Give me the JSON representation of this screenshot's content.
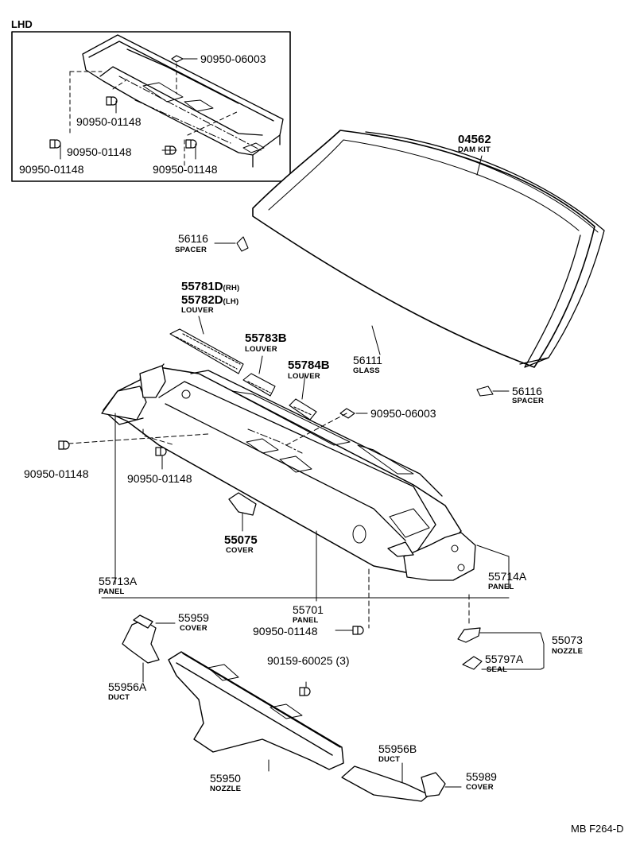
{
  "inset": {
    "title": "LHD"
  },
  "parts": {
    "inset_clip_top": "90950-06003",
    "inset_clip_1": "90950-01148",
    "inset_clip_2": "90950-01148",
    "inset_clip_3": "90950-01148",
    "inset_clip_4": "90950-01148",
    "dam_kit": {
      "number": "04562",
      "name": "DAM KIT"
    },
    "spacer_top": {
      "number": "56116",
      "name": "SPACER"
    },
    "spacer_bottom": {
      "number": "56116",
      "name": "SPACER"
    },
    "louver_rh_lh": {
      "number_rh": "55781D",
      "suffix_rh": "(RH)",
      "number_lh": "55782D",
      "suffix_lh": "(LH)",
      "name": "LOUVER"
    },
    "louver_b1": {
      "number": "55783B",
      "name": "LOUVER"
    },
    "louver_b2": {
      "number": "55784B",
      "name": "LOUVER"
    },
    "glass": {
      "number": "56111",
      "name": "GLASS"
    },
    "clip_right": "90950-06003",
    "clip_left": "90950-01148",
    "clip_mid": "90950-01148",
    "cover_55075": {
      "number": "55075",
      "name": "COVER"
    },
    "panel_left": {
      "number": "55713A",
      "name": "PANEL"
    },
    "panel_right": {
      "number": "55714A",
      "name": "PANEL"
    },
    "panel_main": {
      "number": "55701",
      "name": "PANEL"
    },
    "clip_bottom": "90950-01148",
    "cover_55959": {
      "number": "55959",
      "name": "COVER"
    },
    "nozzle_55073": {
      "number": "55073",
      "name": "NOZZLE"
    },
    "seal_55797a": {
      "number": "55797A",
      "name": "SEAL"
    },
    "screw": {
      "number": "90159-60025",
      "qty": "(3)"
    },
    "duct_a": {
      "number": "55956A",
      "name": "DUCT"
    },
    "duct_b": {
      "number": "55956B",
      "name": "DUCT"
    },
    "nozzle_55950": {
      "number": "55950",
      "name": "NOZZLE"
    },
    "cover_55989": {
      "number": "55989",
      "name": "COVER"
    }
  },
  "footer": {
    "code": "MB F264-D"
  }
}
